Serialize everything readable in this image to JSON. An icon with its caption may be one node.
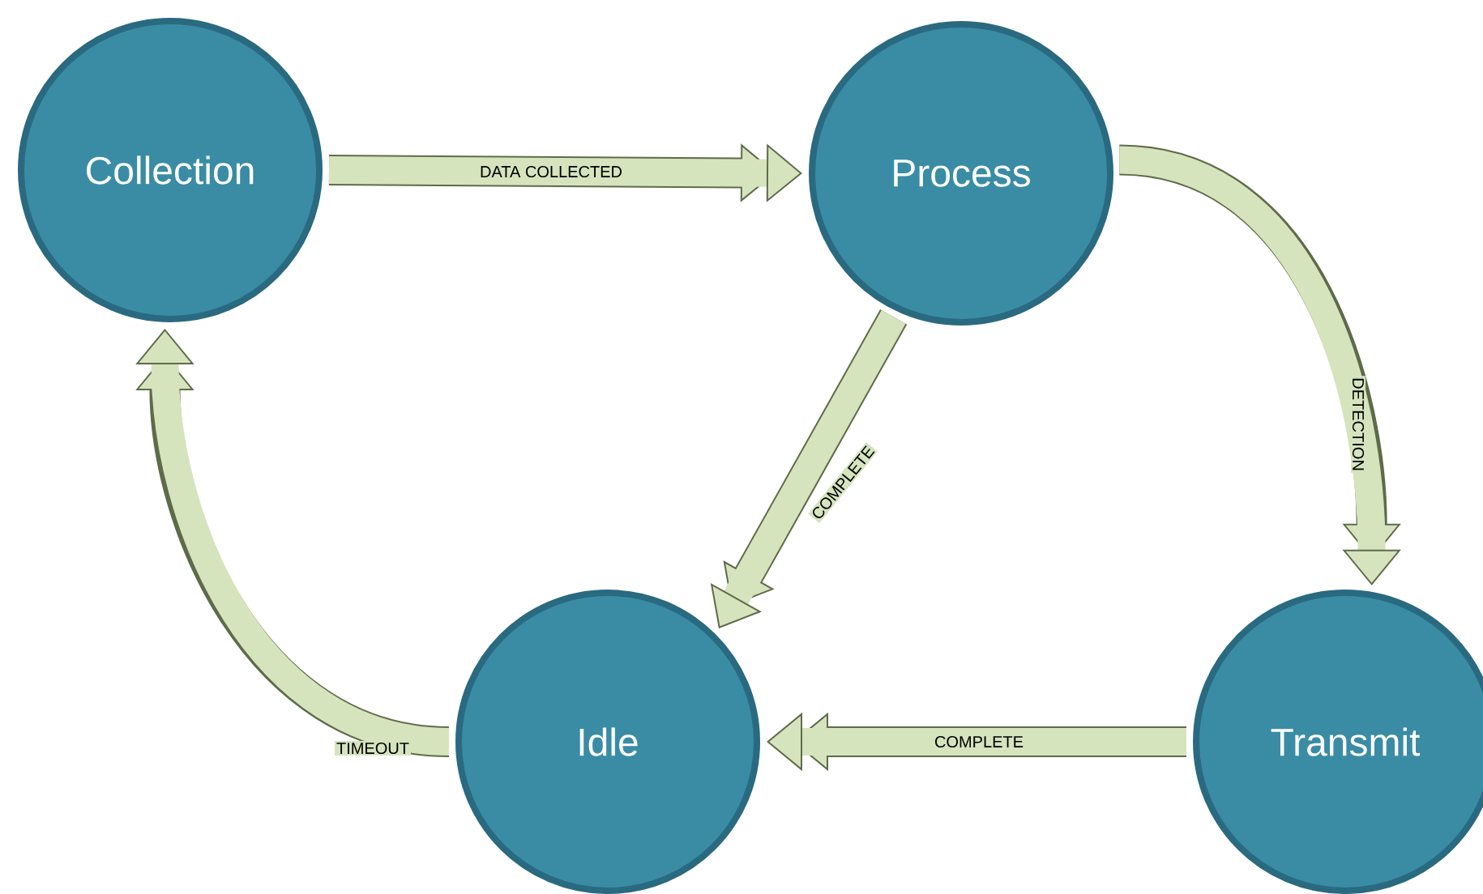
{
  "diagram": {
    "nodes": [
      {
        "text": [
          "Collection"
        ]
      },
      {
        "text": [
          "Process"
        ]
      },
      {
        "text": [
          "Transmit"
        ]
      },
      {
        "text": [
          "Idle"
        ]
      }
    ],
    "edges": [
      {
        "from": 0,
        "to": 1,
        "arrow": "to",
        "label": "DATA COLLECTED"
      },
      {
        "from": 1,
        "to": 2,
        "arrow": "to",
        "label": "DETECTION"
      },
      {
        "from": 1,
        "to": 3,
        "arrow": "to",
        "label": "COMPLETE"
      },
      {
        "from": 2,
        "to": 3,
        "arrow": "to",
        "label": "COMPLETE"
      },
      {
        "from": 3,
        "to": 0,
        "arrow": "to",
        "label": "TIMEOUT"
      }
    ]
  }
}
